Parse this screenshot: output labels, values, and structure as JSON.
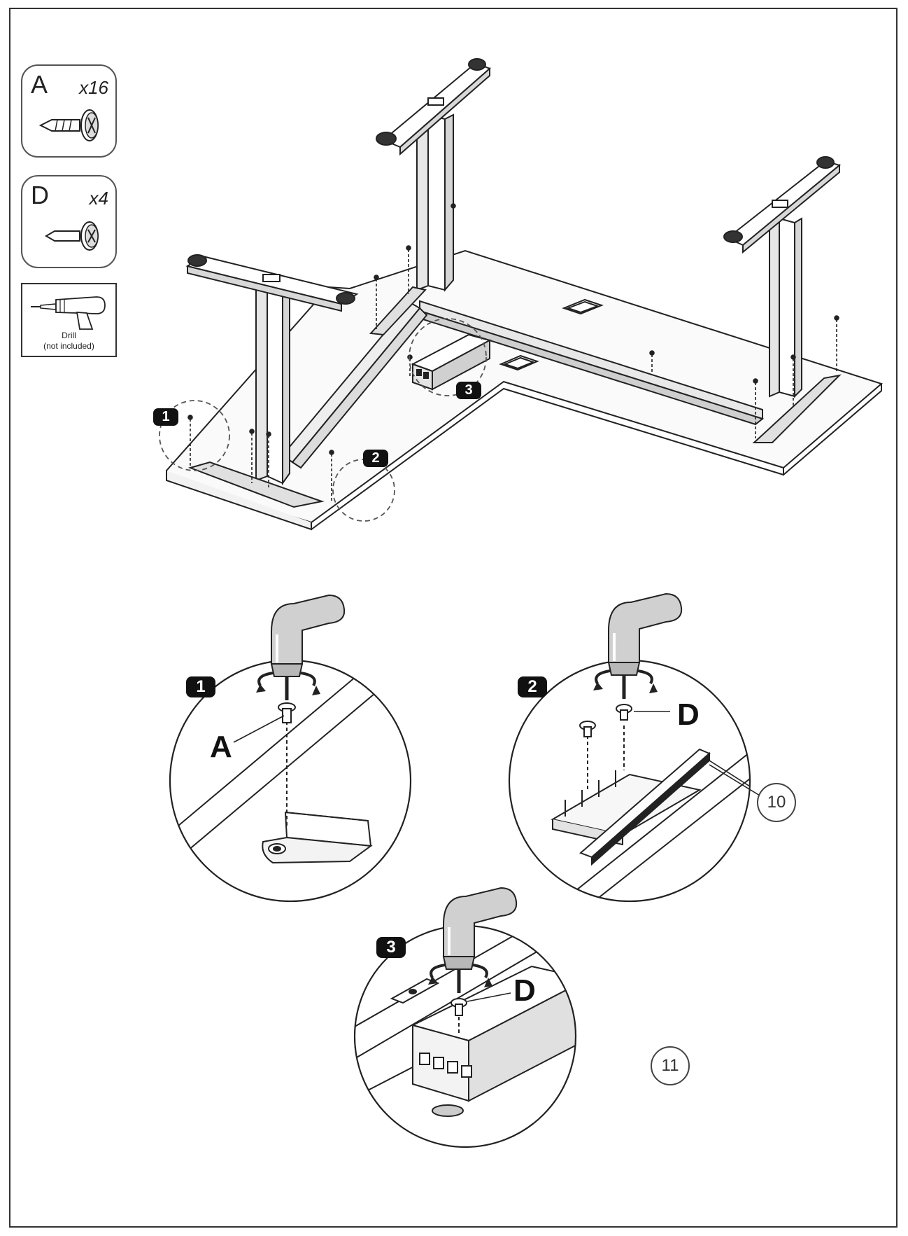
{
  "hardware": [
    {
      "letter": "A",
      "qty": "x16",
      "icon": "screw-a-icon"
    },
    {
      "letter": "D",
      "qty": "x4",
      "icon": "screw-d-icon"
    }
  ],
  "tool": {
    "line1": "Drill",
    "line2": "(not included)",
    "icon": "drill-icon"
  },
  "overview_callouts": [
    "1",
    "2",
    "3"
  ],
  "details": [
    {
      "step": "1",
      "screw_label": "A"
    },
    {
      "step": "2",
      "screw_label": "D",
      "part_ref": "10"
    },
    {
      "step": "3",
      "screw_label": "D",
      "part_ref": "11"
    }
  ]
}
